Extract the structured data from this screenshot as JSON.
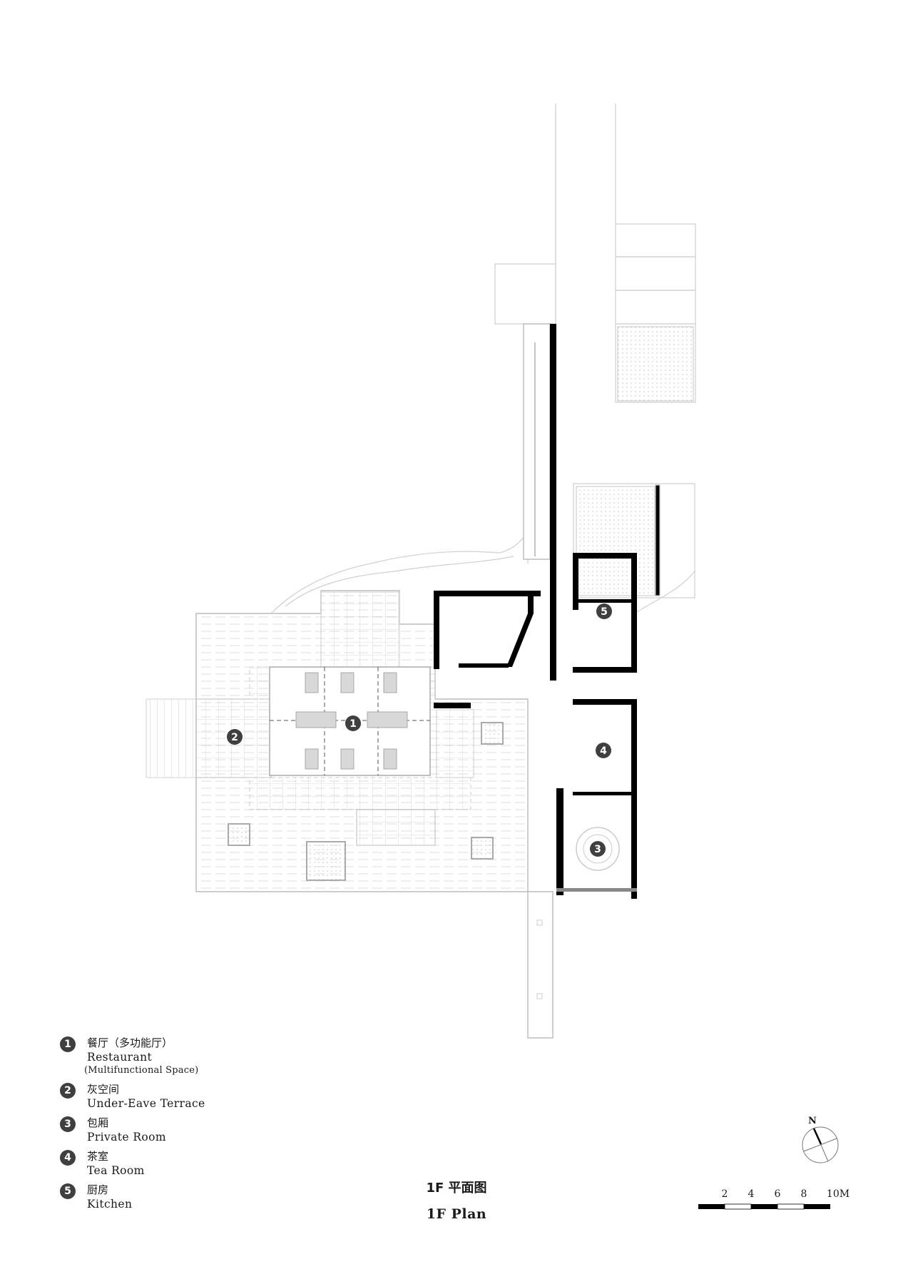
{
  "drawing": {
    "title_zh": "1F 平面图",
    "title_en": "1F Plan",
    "north_label": "N"
  },
  "legend": {
    "items": [
      {
        "number": "1",
        "zh": "餐厅（多功能厅）",
        "en": "Restaurant",
        "sub": "(Multifunctional Space)"
      },
      {
        "number": "2",
        "zh": "灰空间",
        "en": "Under-Eave Terrace",
        "sub": ""
      },
      {
        "number": "3",
        "zh": "包厢",
        "en": "Private Room",
        "sub": ""
      },
      {
        "number": "4",
        "zh": "茶室",
        "en": "Tea Room",
        "sub": ""
      },
      {
        "number": "5",
        "zh": "厨房",
        "en": "Kitchen",
        "sub": ""
      }
    ]
  },
  "plan_markers": [
    {
      "number": "1",
      "label": "Restaurant"
    },
    {
      "number": "2",
      "label": "Under-Eave Terrace"
    },
    {
      "number": "3",
      "label": "Private Room"
    },
    {
      "number": "4",
      "label": "Tea Room"
    },
    {
      "number": "5",
      "label": "Kitchen"
    }
  ],
  "scale_bar": {
    "unit": "M",
    "ticks": [
      "2",
      "4",
      "6",
      "8",
      "10M"
    ],
    "segments": [
      "black",
      "white",
      "black",
      "white",
      "black"
    ]
  },
  "colors": {
    "wall": "#000000",
    "line": "#bdbdbd",
    "marker": "#3f3f3f",
    "furniture": "#d6d6d6"
  }
}
